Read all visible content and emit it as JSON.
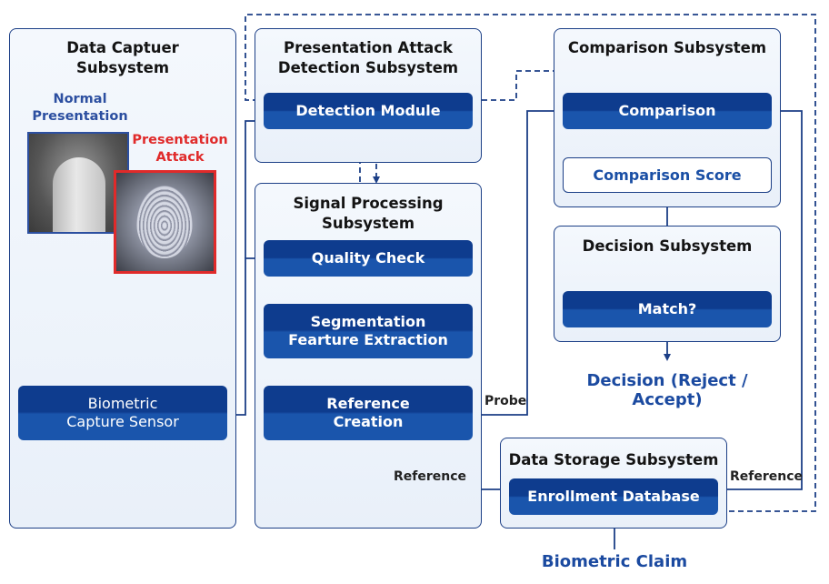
{
  "panels": {
    "capture": {
      "title": "Data Captuer\nSubsystem"
    },
    "pad": {
      "title": "Presentation Attack\nDetection Subsystem"
    },
    "signal": {
      "title": "Signal Processing\nSubsystem"
    },
    "comparison": {
      "title": "Comparison Subsystem"
    },
    "decision": {
      "title": "Decision Subsystem"
    },
    "storage": {
      "title": "Data Storage Subsystem"
    }
  },
  "modules": {
    "detection": "Detection Module",
    "quality": "Quality Check",
    "segmentation": "Segmentation\nFearture Extraction",
    "reference_creation": "Reference\nCreation",
    "comparison": "Comparison",
    "comparison_score": "Comparison Score",
    "match": "Match?",
    "enrollment_db": "Enrollment Database",
    "sensor": "Biometric\nCapture Sensor"
  },
  "images": {
    "normal_label": "Normal\nPresentation",
    "attack_label": "Presentation\nAttack"
  },
  "labels": {
    "probe": "Probe",
    "reference_1": "Reference",
    "reference_2": "Reference",
    "decision_out": "Decision (Reject / Accept)",
    "biometric_claim": "Biometric Claim"
  },
  "colors": {
    "normal": "#2c4fa0",
    "attack": "#e02a2a",
    "module": "#0e3c8e"
  }
}
